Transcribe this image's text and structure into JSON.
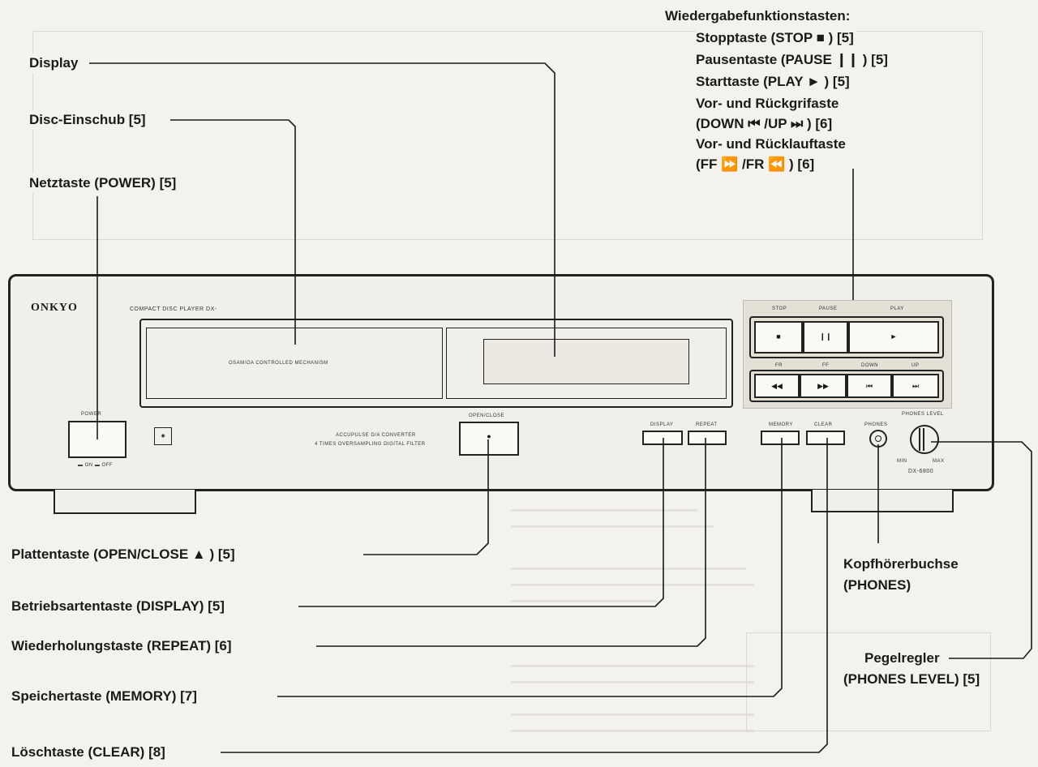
{
  "callouts": {
    "display": "Display",
    "disc_slot": "Disc-Einschub [5]",
    "power": "Netztaste (POWER) [5]",
    "playback_heading": "Wiedergabefunktionstasten:",
    "stop": "Stopptaste (STOP ■ ) [5]",
    "pause": "Pausentaste (PAUSE ❙❙ ) [5]",
    "play": "Starttaste (PLAY ► ) [5]",
    "skip_title": "Vor- und Rückgrifaste",
    "skip_keys": "(DOWN ⏮ /UP ⏭ ) [6]",
    "search_title": "Vor- und Rücklauftaste",
    "search_keys": "(FF ⏩ /FR ⏪ ) [6]",
    "open_close": "Plattentaste (OPEN/CLOSE ▲ ) [5]",
    "display_btn": "Betriebsartentaste (DISPLAY) [5]",
    "repeat": "Wiederholungstaste (REPEAT) [6]",
    "memory": "Speichertaste (MEMORY) [7]",
    "clear": "Löschtaste (CLEAR) [8]",
    "phones_jack_1": "Kopfhörerbuchse",
    "phones_jack_2": "(PHONES)",
    "level_1": "Pegelregler",
    "level_2": "(PHONES LEVEL) [5]"
  },
  "device": {
    "brand": "ONKYO",
    "model": "COMPACT DISC PLAYER DX-",
    "tray_text": "OSAM/OA CONTROLLED MECHANISM",
    "power_label": "POWER",
    "power_sub": "▬ ON ▬ OFF",
    "converter_1": "ACCUPULSE D/A CONVERTER",
    "converter_2": "4 TIMES OVERSAMPLING DIGITAL FILTER",
    "open_close_label": "OPEN/CLOSE",
    "display_label": "DISPLAY",
    "repeat_label": "REPEAT",
    "memory_label": "MEMORY",
    "clear_label": "CLEAR",
    "phones_label": "PHONES",
    "phones_level_label": "PHONES LEVEL",
    "level_min": "MIN",
    "level_max": "MAX",
    "model_number": "DX-6800",
    "stop_label": "STOP",
    "pause_label": "PAUSE",
    "play_label": "PLAY",
    "fr_label": "FR",
    "ff_label": "FF",
    "down_label": "DOWN",
    "up_label": "UP"
  }
}
